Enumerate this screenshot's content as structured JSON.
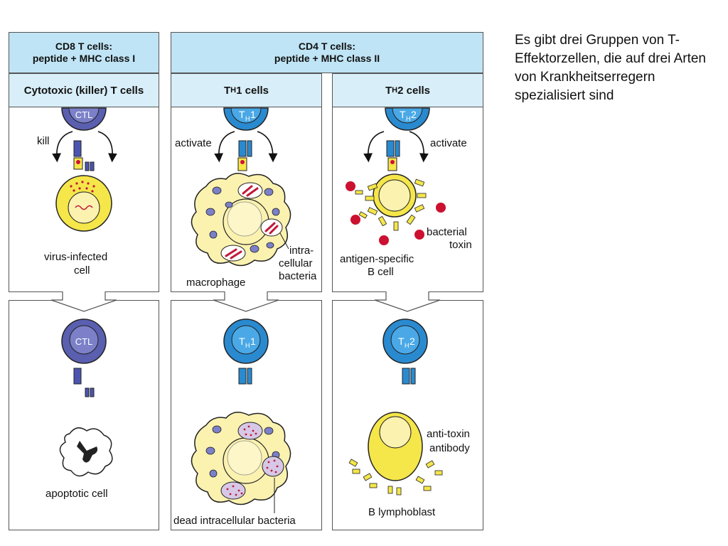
{
  "header_cd8": {
    "line1": "CD8 T cells:",
    "line2": "peptide + MHC class I"
  },
  "header_cd4": {
    "line1": "CD4  T  cells:",
    "line2": "peptide + MHC  class  II"
  },
  "subheaders": {
    "cytotoxic": "Cytotoxic (killer) T cells",
    "th1": "1 cells",
    "th2": "2 cells",
    "th_prefix": "T",
    "th_sub": "H"
  },
  "cell_names": {
    "ctl": "CTL",
    "th1_num": "1",
    "th2_num": "2",
    "t": "T",
    "h": "H"
  },
  "labels": {
    "kill": "kill",
    "activate_th1": "activate",
    "activate_th2": "activate",
    "virus_infected_1": "virus-infected",
    "virus_infected_2": "cell",
    "macrophage": "macrophage",
    "intra_1": "intra-",
    "intra_2": "cellular",
    "intra_3": "bacteria",
    "antigen_1": "antigen-specific",
    "antigen_2": "B cell",
    "toxin_1": "bacterial",
    "toxin_2": "toxin",
    "apoptotic": "apoptotic cell",
    "dead_bacteria": "dead intracellular bacteria",
    "antitoxin_1": "anti-toxin",
    "antitoxin_2": "antibody",
    "lymphoblast": "B lymphoblast"
  },
  "side_text": "Es gibt drei Gruppen von T-Effektorzellen, die auf drei Arten von Krankheitserregern spezialisiert sind",
  "colors": {
    "header_bg": "#bfe4f5",
    "ctl_cell": "#5a5fb0",
    "th_cell": "#2a8ad0",
    "yellow_cell": "#f5e64a",
    "macrophage": "#fbf2b0",
    "bacteria": "#c01a3a",
    "toxin": "#cc1030"
  }
}
